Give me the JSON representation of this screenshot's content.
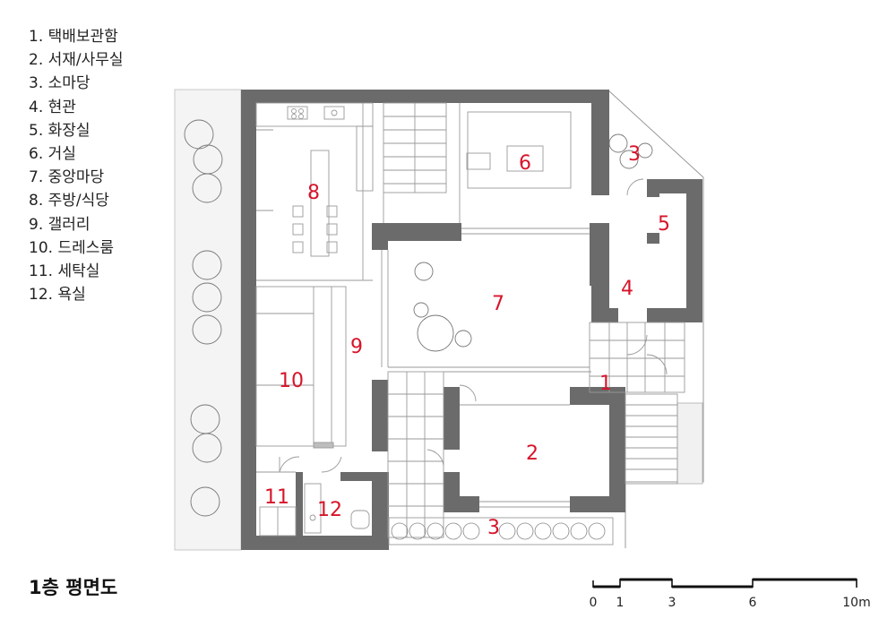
{
  "legend": [
    "1. 택배보관함",
    "2. 서재/사무실",
    "3. 소마당",
    "4. 현관",
    "5. 화장실",
    "6. 거실",
    "7. 중앙마당",
    "8. 주방/식당",
    "9. 갤러리",
    "10. 드레스룸",
    "11. 세탁실",
    "12. 욕실"
  ],
  "title": "1층 평면도",
  "room_labels": [
    "1",
    "2",
    "3",
    "4",
    "5",
    "6",
    "7",
    "8",
    "9",
    "10",
    "11",
    "12",
    "3"
  ],
  "scale_labels": [
    "0",
    "1",
    "3",
    "6",
    "10m"
  ],
  "colors": {
    "wall": "#6b6b6b",
    "room_number": "#d7142a",
    "line": "#9a9a9a"
  }
}
